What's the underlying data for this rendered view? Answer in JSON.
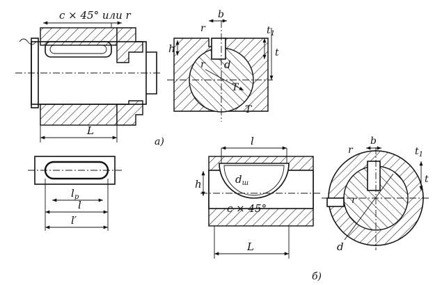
{
  "labels": {
    "chamfer_top": "c × 45° или r",
    "chamfer_bottom": "c × 45°",
    "L_a": "L",
    "L_b": "L",
    "a": "а)",
    "b": "б)",
    "l_p": "l",
    "l_p_sub": "p",
    "l": "l",
    "l_prime": "l′",
    "l_top": "l",
    "h_a": "h",
    "h_b": "h",
    "d_sh": "d",
    "d_sh_sub": "ш",
    "b_a": "b",
    "b_b": "b",
    "r_a1": "r",
    "r_a2": "r",
    "r_b1": "r",
    "r_b2": "r",
    "d_a": "d",
    "d_b": "d",
    "t_a": "t",
    "t1_a": "t",
    "t1_a_sub": "1",
    "t_b": "t",
    "t1_b": "t",
    "t1_b_sub": "1",
    "T1": "T",
    "T2": "T"
  }
}
